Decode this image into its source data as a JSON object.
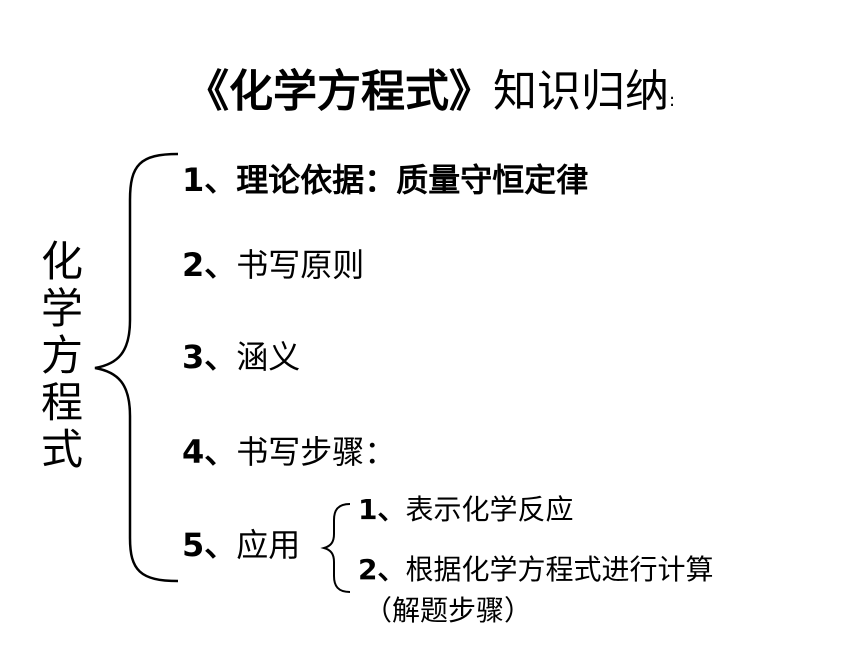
{
  "title": {
    "bold": "《化学方程式》",
    "normal": "知识归纳",
    "colon": ":"
  },
  "vertical_label": [
    "化",
    "学",
    "方",
    "程",
    "式"
  ],
  "items": [
    {
      "number": "1、",
      "text": "理论依据：质量守恒定律"
    },
    {
      "number": "2、",
      "text": "书写原则"
    },
    {
      "number": "3、",
      "text": "涵义"
    },
    {
      "number": "4、",
      "text": "书写步骤："
    },
    {
      "number": "5、",
      "text": "应用"
    }
  ],
  "application_items": [
    {
      "number": "1、",
      "text": "表示化学反应"
    },
    {
      "number": "2、",
      "text": "根据化学方程式进行计算"
    }
  ],
  "application_note": "（解题步骤）"
}
